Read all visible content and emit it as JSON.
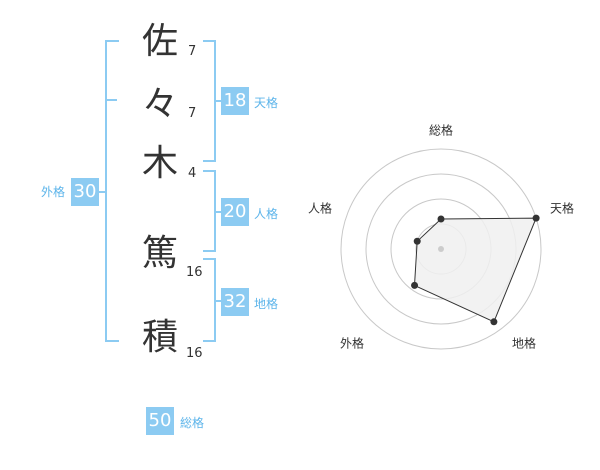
{
  "name_chars": [
    {
      "char": "佐",
      "strokes": "7"
    },
    {
      "char": "々",
      "strokes": "7"
    },
    {
      "char": "木",
      "strokes": "4"
    },
    {
      "char": "篤",
      "strokes": "16"
    },
    {
      "char": "積",
      "strokes": "16"
    }
  ],
  "fortunes": {
    "tenkaku": {
      "value": "18",
      "label": "天格"
    },
    "jinkaku": {
      "value": "20",
      "label": "人格"
    },
    "chikaku": {
      "value": "32",
      "label": "地格"
    },
    "gaikaku": {
      "value": "30",
      "label": "外格"
    },
    "soukaku": {
      "value": "50",
      "label": "総格"
    }
  },
  "chart_data": {
    "type": "radar",
    "axes": [
      "総格",
      "天格",
      "地格",
      "外格",
      "人格"
    ],
    "values": [
      0.3,
      1.0,
      0.9,
      0.45,
      0.25
    ],
    "range": [
      0,
      1
    ],
    "rings": 4,
    "colors": {
      "fill": "#f0f0f0",
      "line": "#333333",
      "grid": "#c8c8c8",
      "accent": "#8ccbf2"
    }
  }
}
